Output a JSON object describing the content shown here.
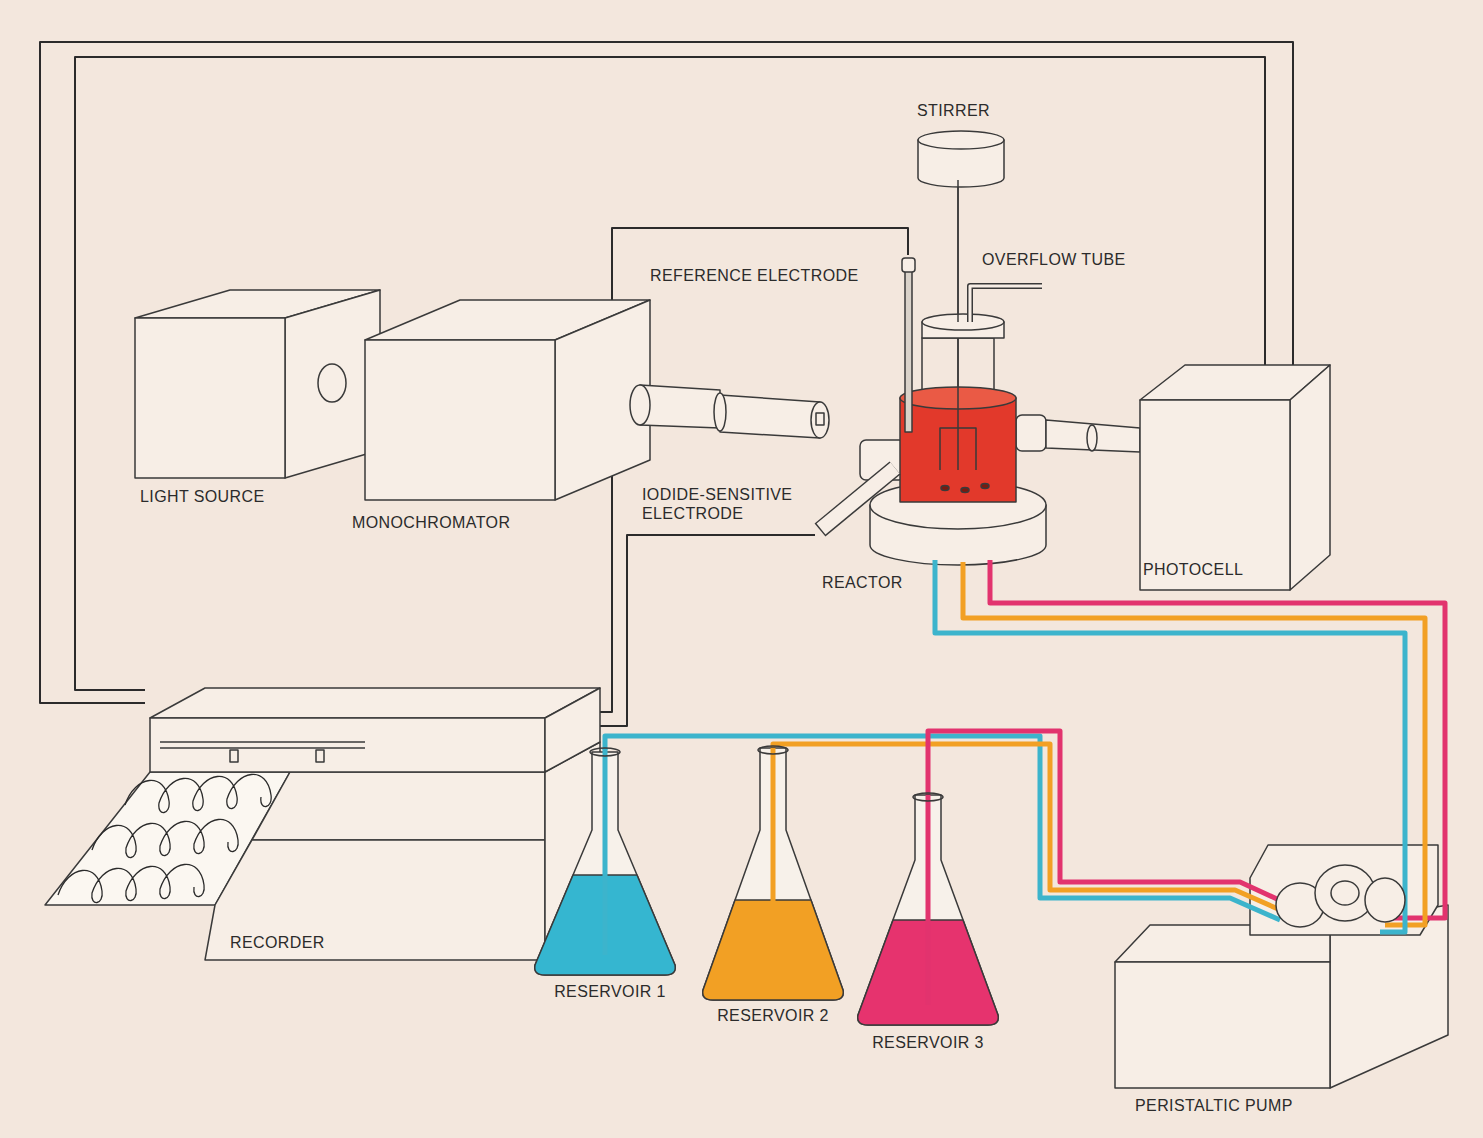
{
  "diagram": {
    "nodes": [
      {
        "text": [
          "LIGHT SOURCE"
        ]
      },
      {
        "text": [
          "MONOCHROMATOR"
        ]
      },
      {
        "text": [
          "REACTOR"
        ]
      },
      {
        "text": [
          "PHOTOCELL"
        ]
      },
      {
        "text": [
          "RECORDER"
        ]
      },
      {
        "text": [
          "RESERVOIR 1"
        ]
      },
      {
        "text": [
          "RESERVOIR 2"
        ]
      },
      {
        "text": [
          "RESERVOIR 3"
        ]
      },
      {
        "text": [
          "PERISTALTIC PUMP"
        ]
      }
    ],
    "edges": [
      {
        "from": 5,
        "to": 8,
        "arrow": "none"
      },
      {
        "from": 6,
        "to": 8,
        "arrow": "none"
      },
      {
        "from": 7,
        "to": 8,
        "arrow": "none"
      },
      {
        "from": 8,
        "to": 2,
        "arrow": "none"
      },
      {
        "from": 8,
        "to": 2,
        "arrow": "none"
      },
      {
        "from": 8,
        "to": 2,
        "arrow": "none"
      },
      {
        "from": 3,
        "to": 4,
        "arrow": "none"
      },
      {
        "from": 3,
        "to": 4,
        "arrow": "none"
      },
      {
        "from": 2,
        "to": 4,
        "arrow": "none"
      },
      {
        "from": 2,
        "to": 4,
        "arrow": "none"
      }
    ],
    "labels": [
      "STIRRER",
      "REFERENCE ELECTRODE",
      "OVERFLOW TUBE",
      "IODIDE-SENSITIVE ELECTRODE"
    ]
  }
}
